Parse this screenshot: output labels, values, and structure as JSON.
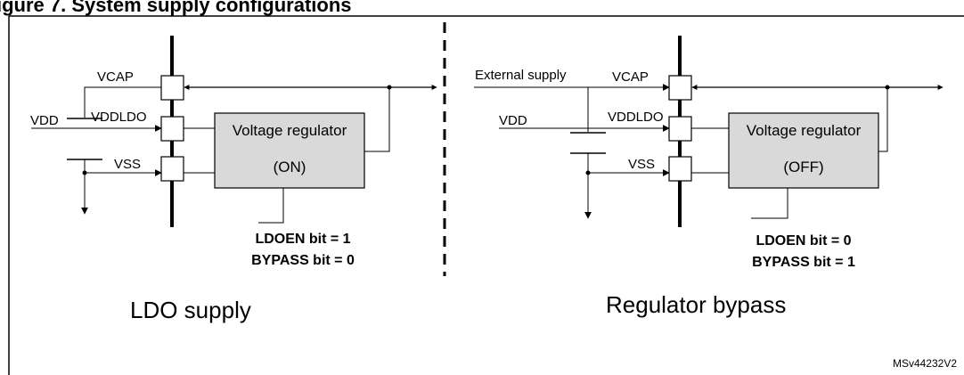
{
  "figure_title": "igure 7. System supply configurations",
  "left": {
    "caption": "LDO supply",
    "pins": {
      "vcap": "VCAP",
      "vddldo": "VDDLDO",
      "vss": "VSS",
      "vdd": "VDD"
    },
    "regulator": {
      "label": "Voltage regulator",
      "state": "(ON)"
    },
    "bits": {
      "ldoen": "LDOEN bit = 1",
      "bypass": "BYPASS bit = 0"
    }
  },
  "right": {
    "caption": "Regulator bypass",
    "external_supply": "External supply",
    "pins": {
      "vcap": "VCAP",
      "vddldo": "VDDLDO",
      "vss": "VSS",
      "vdd": "VDD"
    },
    "regulator": {
      "label": "Voltage regulator",
      "state": "(OFF)"
    },
    "bits": {
      "ldoen": "LDOEN bit = 0",
      "bypass": "BYPASS bit = 1"
    }
  },
  "reference": "MSv44232V2"
}
